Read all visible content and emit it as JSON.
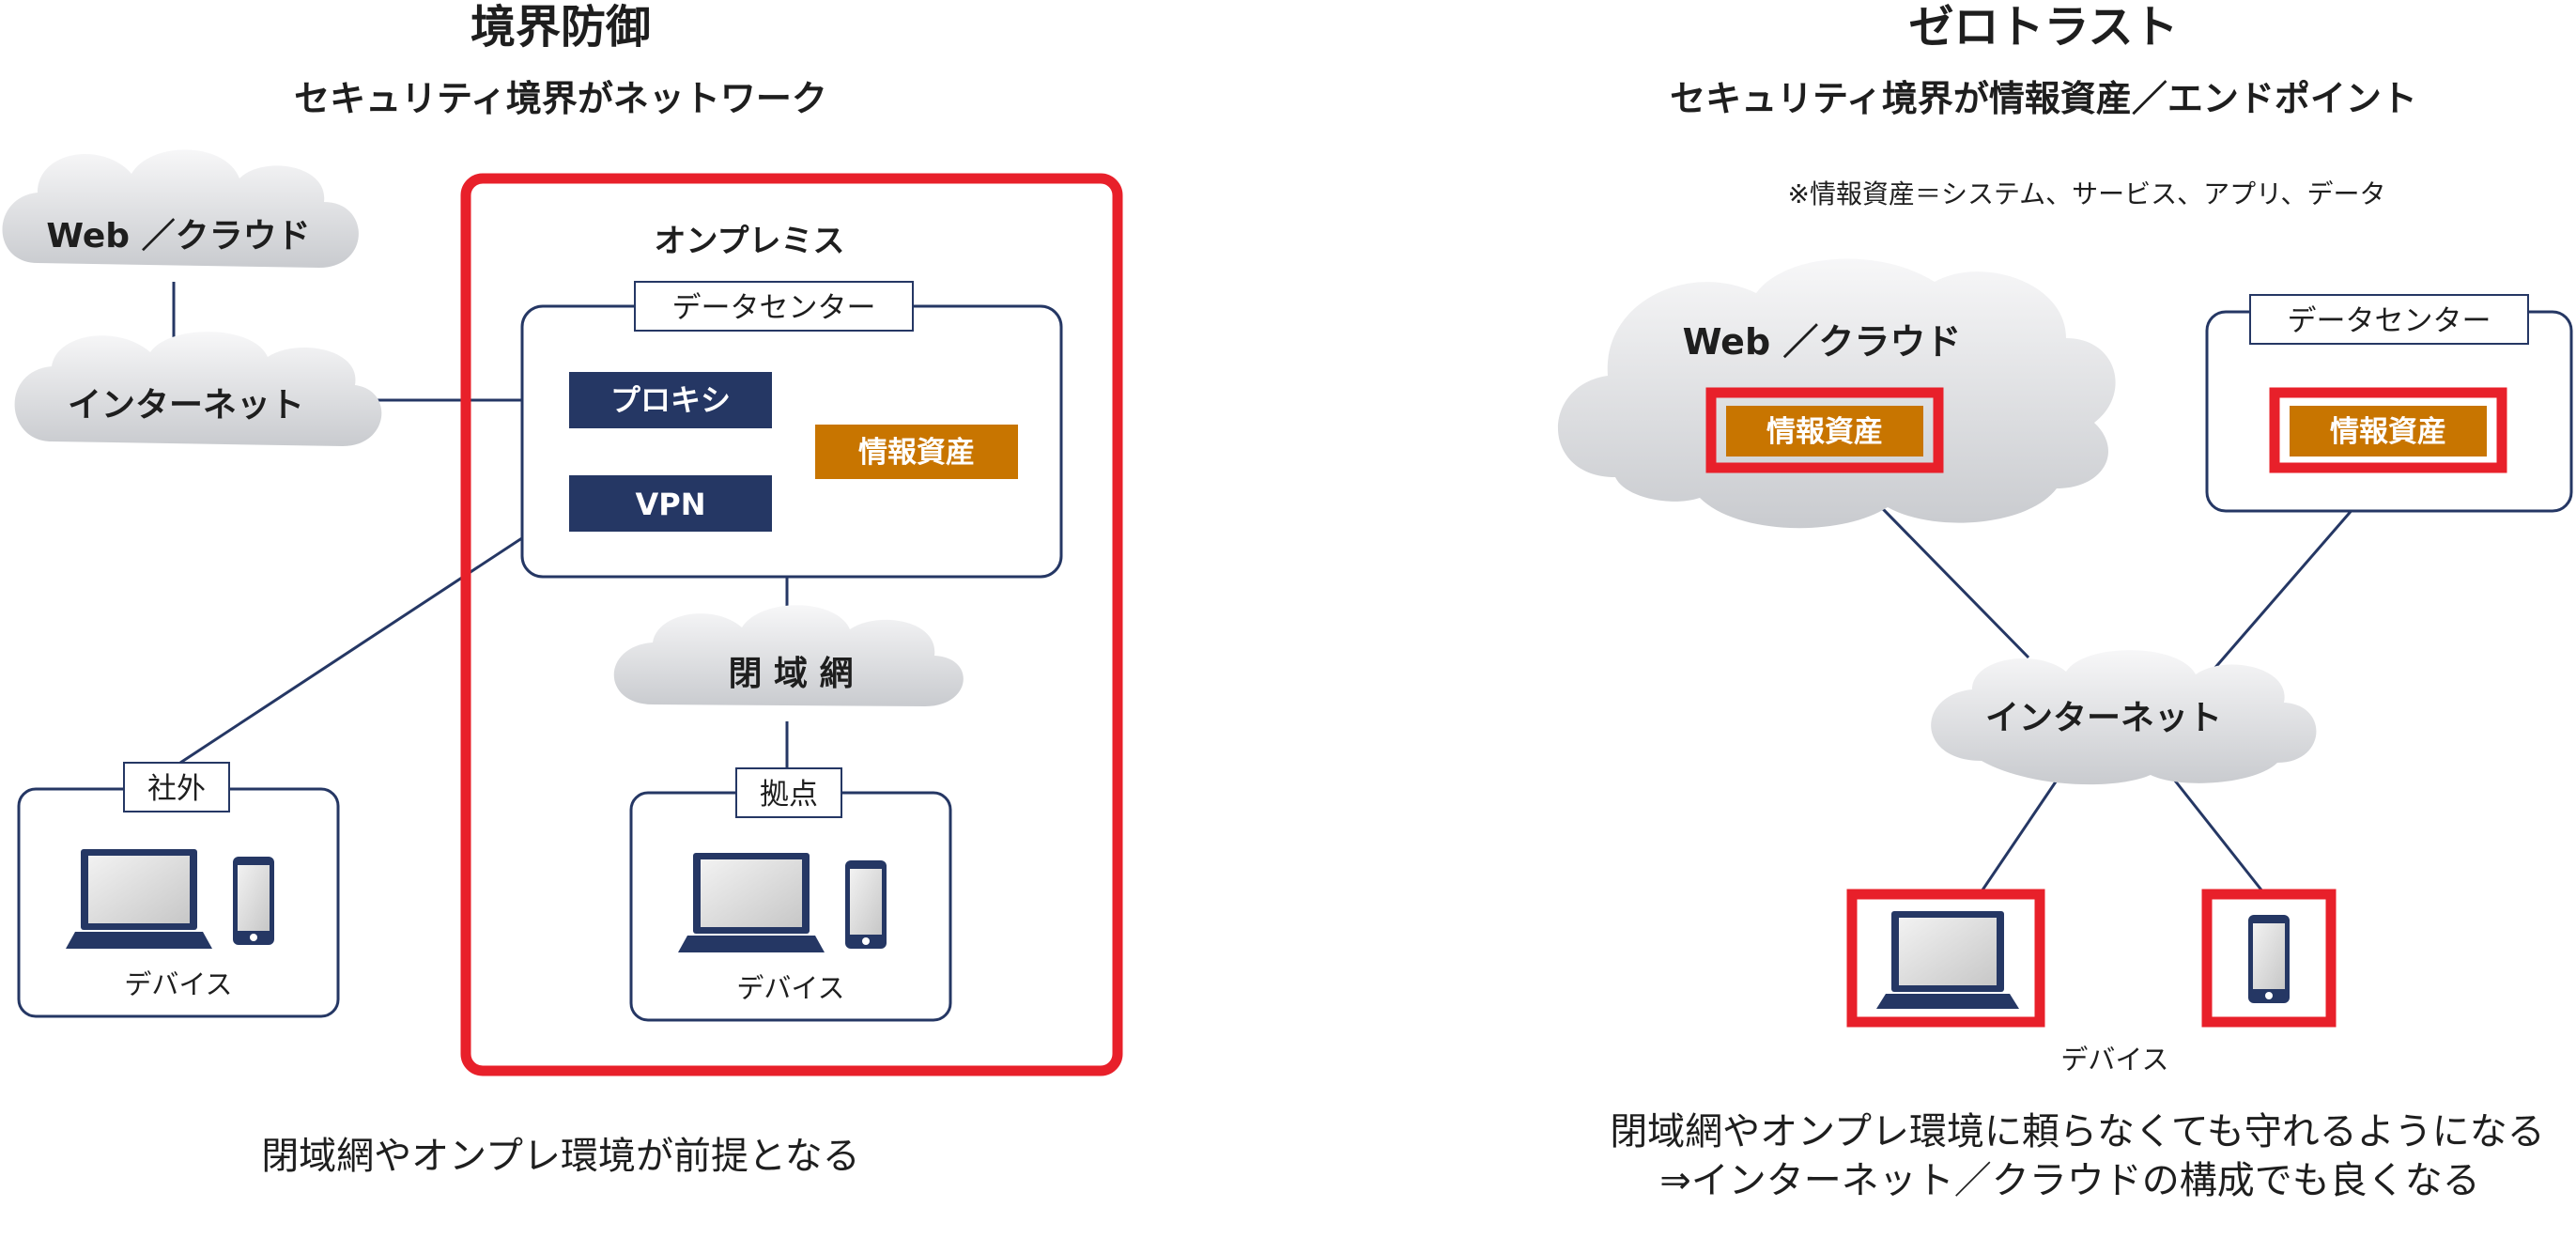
{
  "colors": {
    "navy": "#253764",
    "orange": "#C87500",
    "red": "#E8202A",
    "line": "#253764",
    "text": "#1e1e1e"
  },
  "left": {
    "title": "境界防御",
    "subtitle": "セキュリティ境界がネットワーク",
    "cloud_web": "Web ／クラウド",
    "cloud_internet": "インターネット",
    "onpremise_label": "オンプレミス",
    "datacenter_label": "データセンター",
    "proxy_label": "プロキシ",
    "vpn_label": "VPN",
    "info_asset_label": "情報資産",
    "closed_network_label": "閉 域 網",
    "outside_label": "社外",
    "base_label": "拠点",
    "device_label_outside": "デバイス",
    "device_label_base": "デバイス",
    "caption": "閉域網やオンプレ環境が前提となる"
  },
  "right": {
    "title": "ゼロトラスト",
    "subtitle": "セキュリティ境界が情報資産／エンドポイント",
    "note": "※情報資産＝システム、サービス、アプリ、データ",
    "cloud_web": "Web ／クラウド",
    "info_asset_cloud": "情報資産",
    "datacenter_label": "データセンター",
    "info_asset_dc": "情報資産",
    "cloud_internet": "インターネット",
    "device_label": "デバイス",
    "caption_line1": "閉域網やオンプレ環境に頼らなくても守れるようになる",
    "caption_line2": "⇒インターネット／クラウドの構成でも良くなる"
  }
}
